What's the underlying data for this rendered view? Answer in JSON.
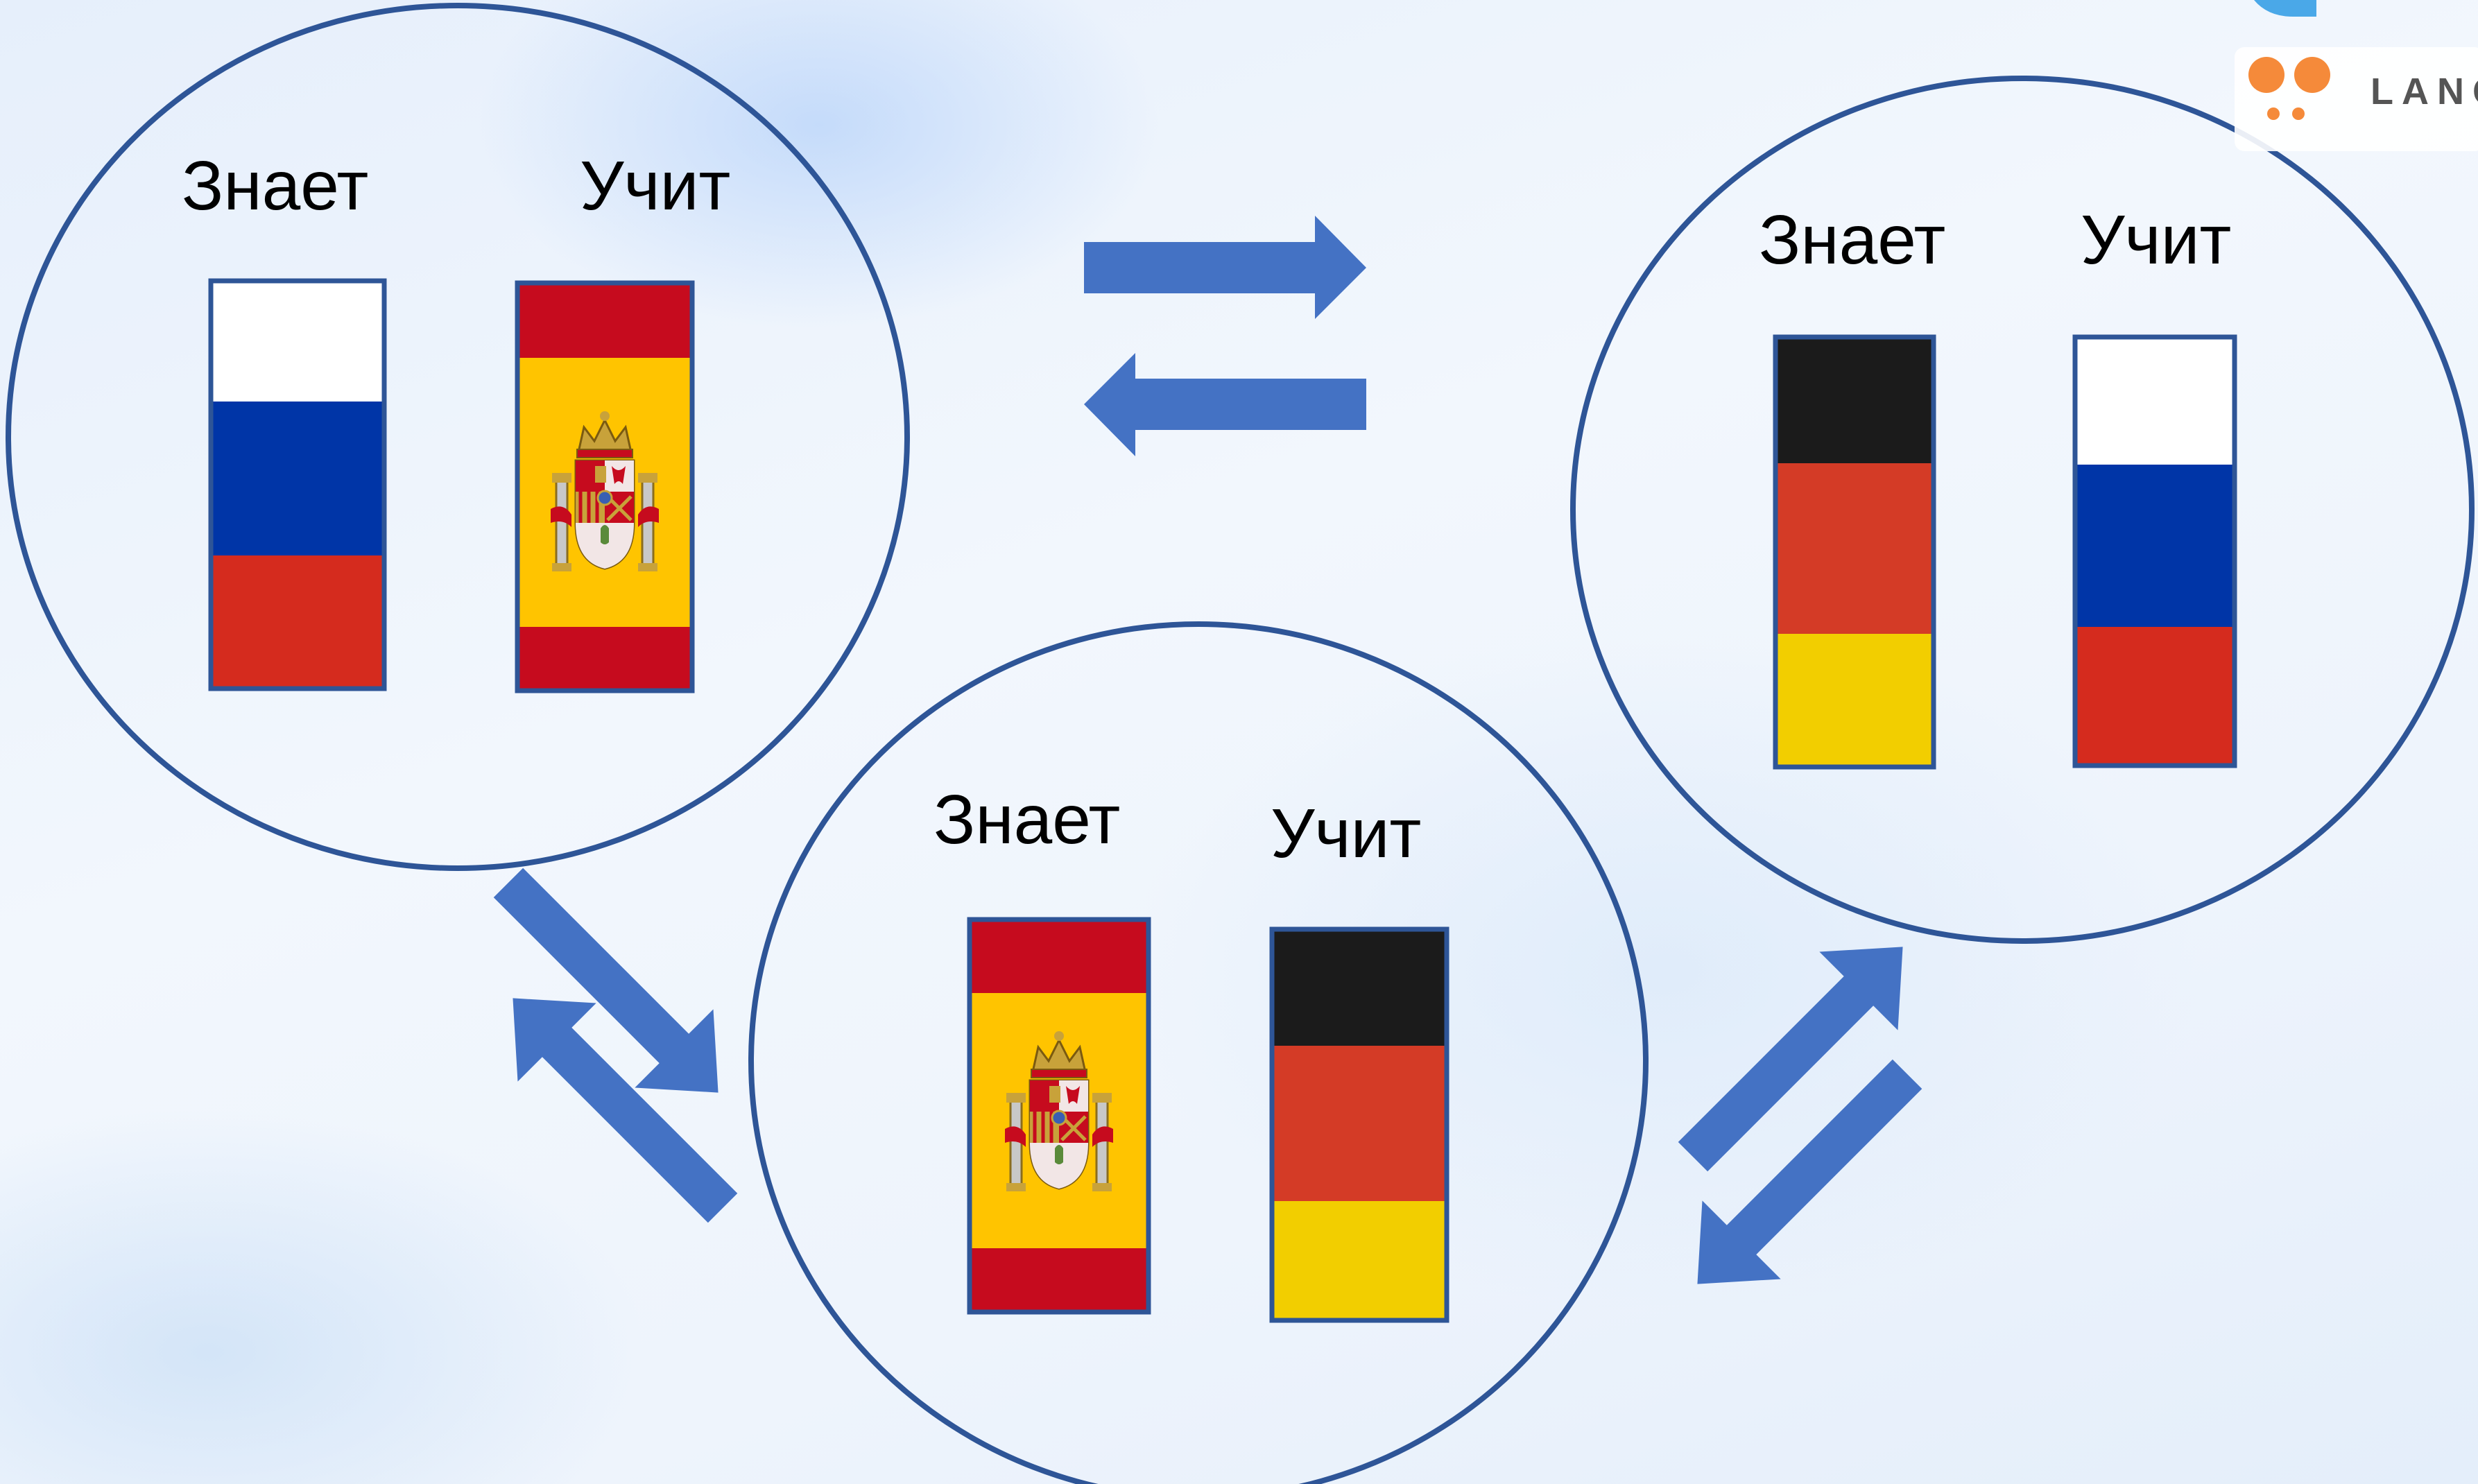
{
  "labels": {
    "knows": "Знает",
    "learns": "Учит"
  },
  "logo": {
    "text": "LANG",
    "dot_color": "#f58a3a"
  },
  "colors": {
    "circle_stroke": "#2e5597",
    "arrow_fill": "#4472c4",
    "flag_border": "#2e5597",
    "russia": [
      "#ffffff",
      "#0035a7",
      "#d52b1e"
    ],
    "spain": [
      "#c60b1e",
      "#ffc400"
    ],
    "germany": [
      "#1b1b1b",
      "#d43b26",
      "#f2ce00"
    ]
  },
  "icons": [
    "russia-flag",
    "spain-flag",
    "germany-flag",
    "coat-of-arms-icon",
    "arrow-icon",
    "logo-dots-icon"
  ]
}
